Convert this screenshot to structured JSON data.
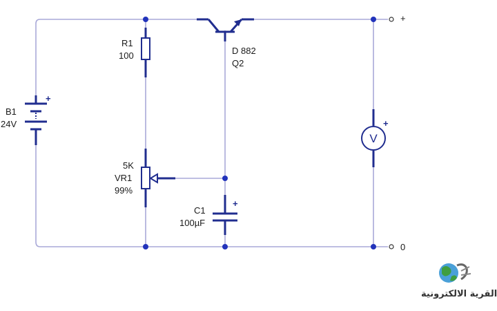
{
  "colors": {
    "wire": "#a9a9d8",
    "component": "#202d8f",
    "junction": "#2233bb"
  },
  "components": {
    "battery": {
      "name": "B1",
      "value": "24V",
      "polarity": "+"
    },
    "resistor": {
      "name": "R1",
      "value": "100"
    },
    "potentiometer": {
      "value": "5K",
      "name": "VR1",
      "setting": "99%"
    },
    "capacitor": {
      "name": "C1",
      "value": "100µF",
      "polarity": "+"
    },
    "transistor": {
      "part": "D 882",
      "name": "Q2"
    },
    "voltmeter": {
      "symbol": "V",
      "polarity": "+"
    }
  },
  "terminals": {
    "positive": "+",
    "ground": "0"
  },
  "logo": {
    "text": "القرية الالكترونية",
    "icon": "globe-logo-icon"
  }
}
